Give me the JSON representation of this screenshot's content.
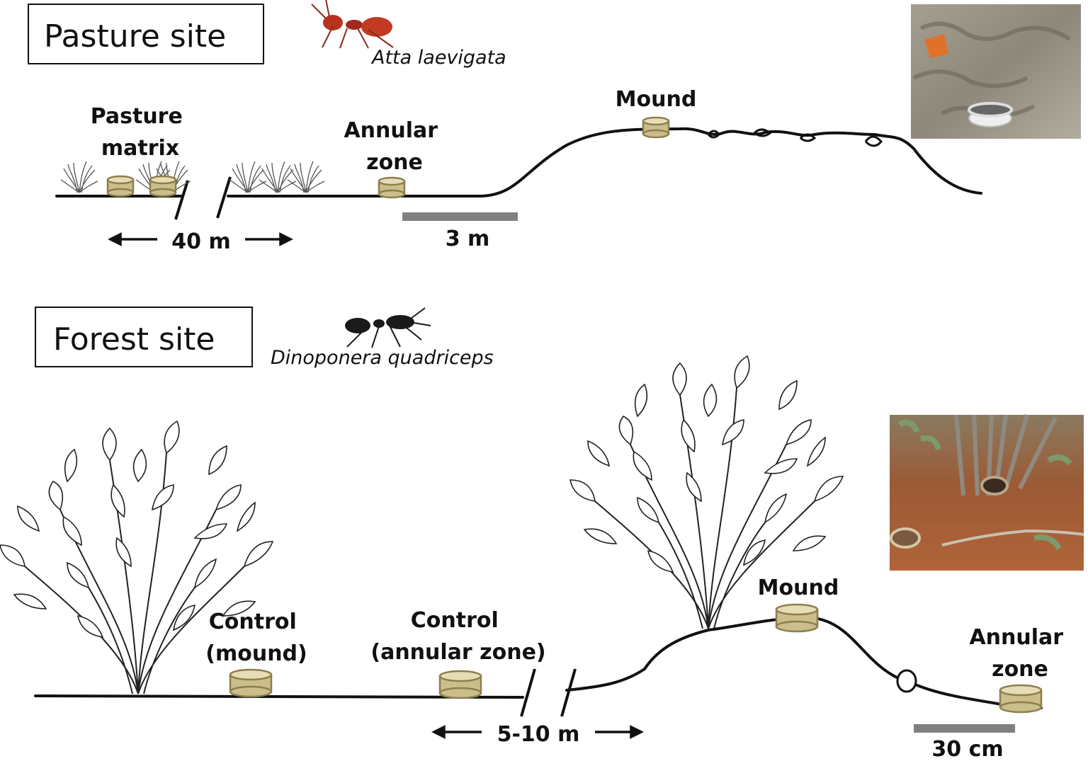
{
  "pasture": {
    "title": "Pasture site",
    "species": "Atta laevigata",
    "labels": {
      "matrix_line1": "Pasture",
      "matrix_line2": "matrix",
      "annular_line1": "Annular",
      "annular_line2": "zone",
      "mound": "Mound"
    },
    "distance": "40 m",
    "scale_bar": "3 m"
  },
  "forest": {
    "title": "Forest site",
    "species": "Dinoponera quadriceps",
    "labels": {
      "control_mound_line1": "Control",
      "control_mound_line2": "(mound)",
      "control_annular_line1": "Control",
      "control_annular_line2": "(annular zone)",
      "mound": "Mound",
      "annular_line1": "Annular",
      "annular_line2": "zone"
    },
    "distance": "5-10 m",
    "scale_bar": "30 cm"
  },
  "colors": {
    "trap": "#cbbd8c",
    "scale_bar": "#808080",
    "ant_red": "#b8321f",
    "ant_black": "#1a1a1a"
  }
}
